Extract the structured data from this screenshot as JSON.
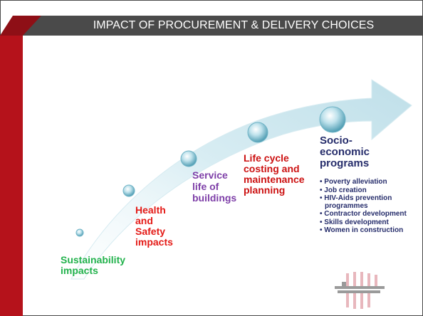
{
  "slide": {
    "title": "IMPACT OF PROCUREMENT & DELIVERY CHOICES",
    "stages": [
      {
        "label": "Sustainability impacts",
        "color": "#22b24c"
      },
      {
        "label": "Health and Safety impacts",
        "color": "#e41b17"
      },
      {
        "label": "Service life of buildings",
        "color": "#7e3fa8"
      },
      {
        "label": "Life cycle costing and maintenance planning",
        "color": "#cc1111"
      },
      {
        "label": "Socio-economic programs",
        "color": "#262d6b"
      }
    ],
    "socio_bullets": [
      "Poverty alleviation",
      "Job creation",
      "HIV-Aids prevention programmes",
      "Contractor development",
      "Skills development",
      "Women in construction"
    ],
    "colors": {
      "banner": "#4a4a4a",
      "side_bar": "#b5121b",
      "arrow": "#cfe8f0",
      "node": "#6fb3c6"
    },
    "icons": {
      "logo": "logo-mark"
    }
  }
}
